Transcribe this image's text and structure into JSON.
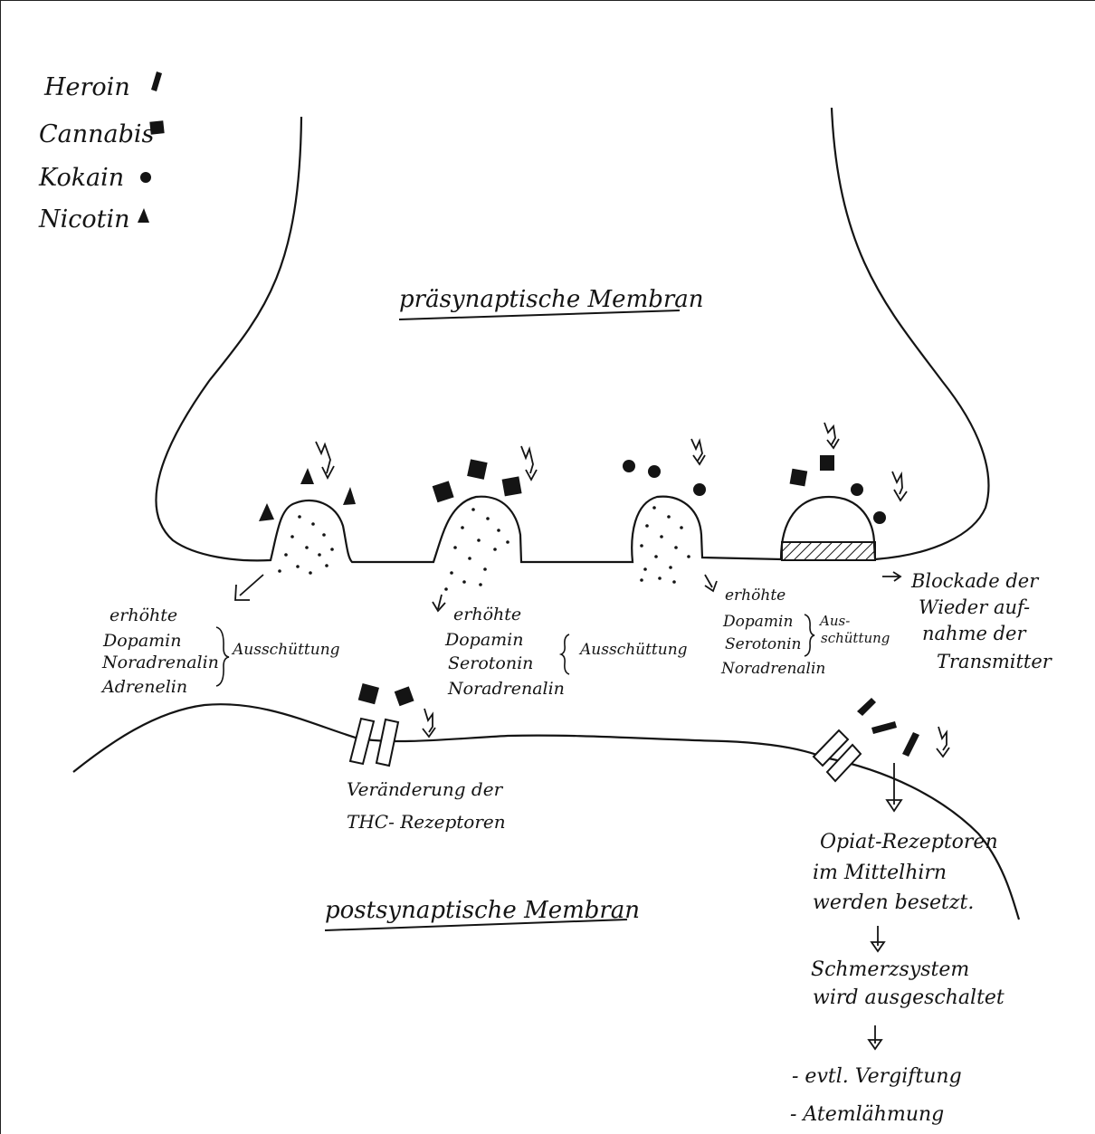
{
  "colors": {
    "ink": "#141414",
    "paper": "#ffffff"
  },
  "legend": [
    {
      "label": "Heroin",
      "symbol": "bar-icon"
    },
    {
      "label": "Cannabis",
      "symbol": "square-icon"
    },
    {
      "label": "Kokain",
      "symbol": "dot-icon"
    },
    {
      "label": "Nicotin",
      "symbol": "triangle-icon"
    }
  ],
  "titles": {
    "pre": "präsynaptische Membran",
    "post": "postsynaptische Membran"
  },
  "effects": {
    "nicotin": {
      "lines": [
        "erhöhte",
        "Dopamin",
        "Noradrenalin",
        "Adrenelin"
      ],
      "tag": "Ausschüttung"
    },
    "cannabis": {
      "lines": [
        "erhöhte",
        "Dopamin",
        "Serotonin",
        "Noradrenalin"
      ],
      "tag": "Ausschüttung"
    },
    "kokain": {
      "lines": [
        "erhöhte",
        "Dopamin",
        "Serotonin",
        "Noradrenalin"
      ],
      "tag1": "Aus-",
      "tag2": "schüttung"
    },
    "blockade": {
      "lines": [
        "Blockade der",
        "Wieder auf-",
        "nahme der",
        "Transmitter"
      ]
    }
  },
  "thc": {
    "lines": [
      "Veränderung der",
      "THC- Rezeptoren"
    ]
  },
  "opiat": {
    "lines": [
      "Opiat-Rezeptoren",
      "im Mittelhirn",
      "werden besetzt."
    ],
    "pain": [
      "Schmerzsystem",
      "wird ausgeschaltet"
    ],
    "results": [
      "- evtl. Vergiftung",
      "- Atemlähmung"
    ]
  }
}
